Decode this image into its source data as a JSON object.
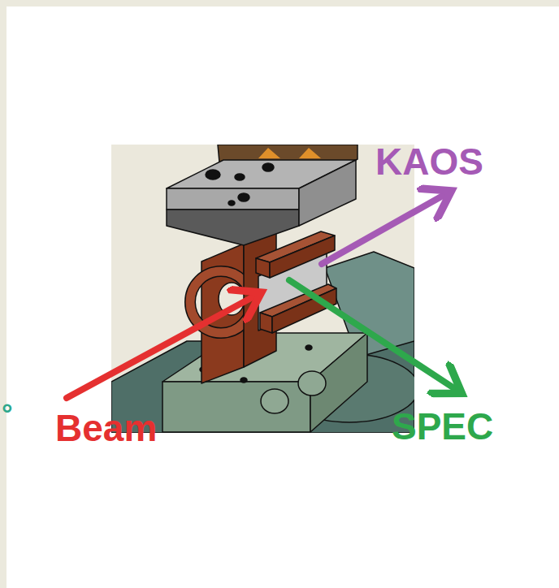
{
  "diagram": {
    "labels": [
      "KAOS",
      "Beam",
      "SPEC",
      "°"
    ]
  }
}
